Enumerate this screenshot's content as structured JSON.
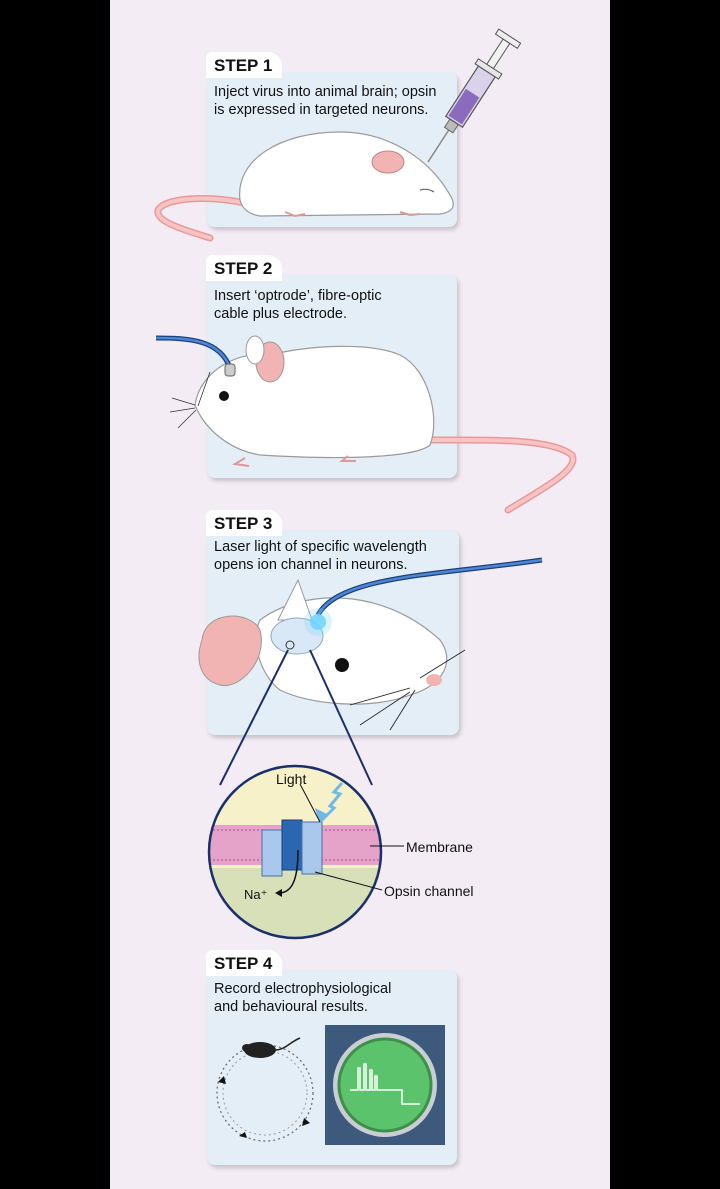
{
  "steps": [
    {
      "label": "STEP 1",
      "line1": "Inject virus into animal brain; opsin",
      "line2": "is expressed in targeted neurons."
    },
    {
      "label": "STEP 2",
      "line1": "Insert ‘optrode’, fibre-optic",
      "line2": "cable plus electrode."
    },
    {
      "label": "STEP 3",
      "line1": "Laser light of specific wavelength",
      "line2": "opens ion channel in neurons."
    },
    {
      "label": "STEP 4",
      "line1": "Record electrophysiological",
      "line2": "and behavioural results."
    }
  ],
  "inset": {
    "light": "Light",
    "membrane": "Membrane",
    "ion": "Na⁺",
    "opsin": "Opsin channel"
  },
  "colors": {
    "background": "#f3ecf4",
    "card": "#e4eef7",
    "mouse_pink": "#f1a9a9",
    "fibre_blue": "#3f6fb5",
    "laser_blue": "#6fd3ff",
    "membrane_pink": "#cc6699",
    "opsin_blue": "#2a67b0",
    "scope_green": "#5ac36b"
  },
  "icons": [
    "syringe-icon",
    "optrode-cable-icon",
    "mouse-icon",
    "lightning-icon",
    "arrow-icon",
    "oscilloscope-icon"
  ]
}
